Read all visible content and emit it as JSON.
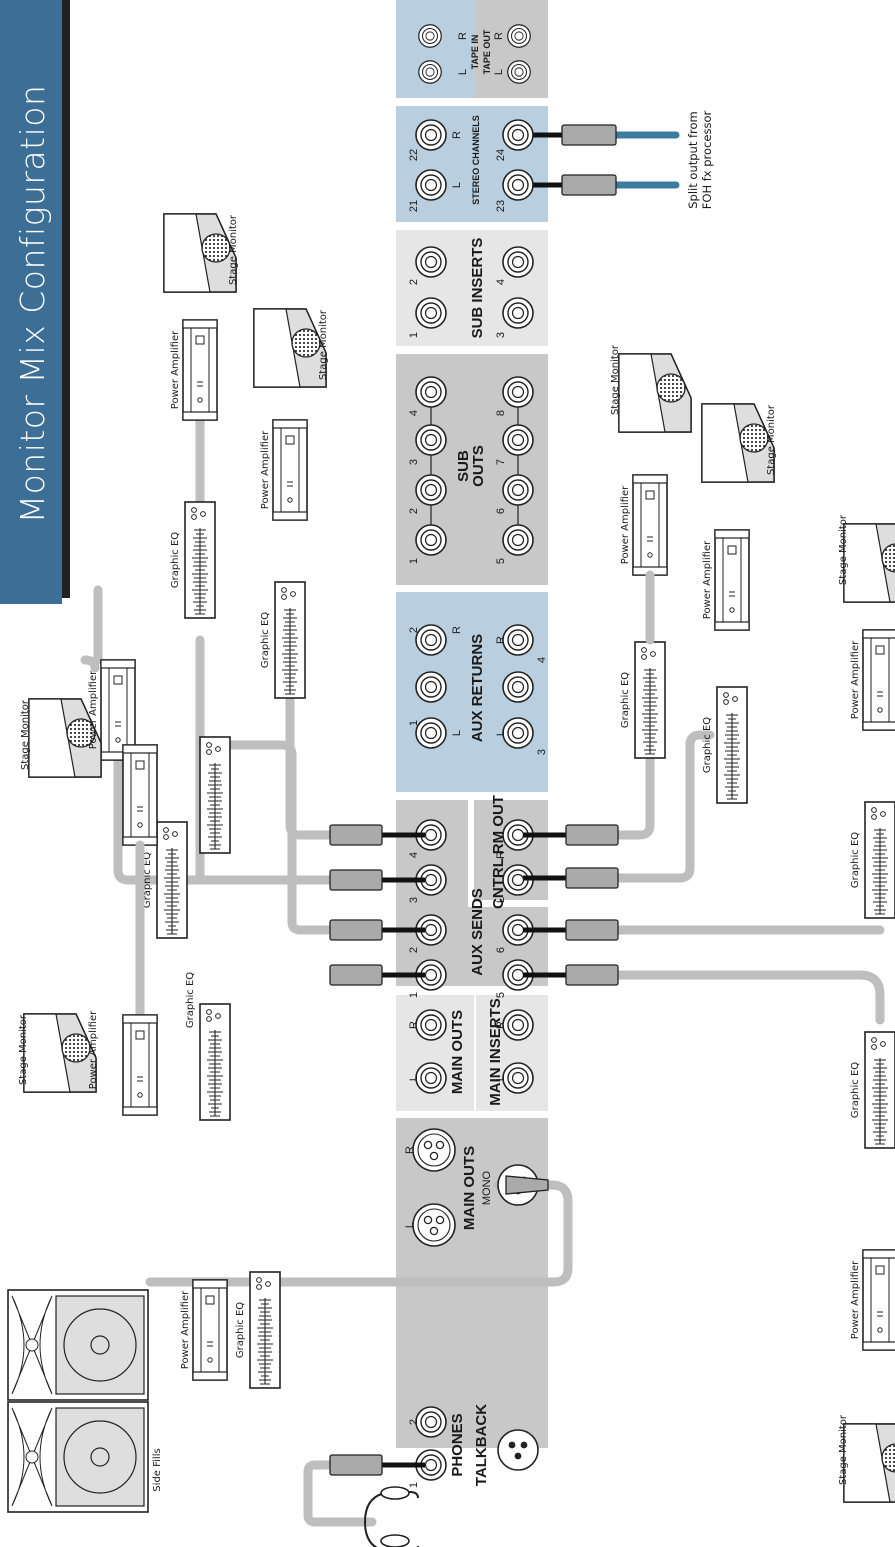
{
  "title": "Monitor Mix Configuration",
  "labels": {
    "stage_monitor": "Stage Monitor",
    "power_amplifier": "Power Amplifier",
    "graphic_eq": "Graphic EQ",
    "side_fills": "Side Fills",
    "split_output": [
      "Split output from",
      "FOH fx processor"
    ]
  },
  "panel": {
    "phones": "PHONES",
    "talkback": "TALKBACK",
    "main_outs": "MAIN OUTS",
    "mono": "MONO",
    "main_inserts": "MAIN INSERTS",
    "aux_sends": "AUX SENDS",
    "cntrl_rm_out": "CNTRL RM OUT",
    "aux_returns": "AUX RETURNS",
    "sub_outs": [
      "SUB",
      "OUTS"
    ],
    "sub_inserts": "SUB INSERTS",
    "stereo_channels": "STEREO CHANNELS",
    "tape_in": "TAPE IN",
    "tape_out": "TAPE OUT",
    "jack_l": "L",
    "jack_r": "R",
    "n1": "1",
    "n2": "2",
    "n3": "3",
    "n4": "4",
    "n5": "5",
    "n6": "6",
    "n7": "7",
    "n8": "8",
    "n21": "21",
    "n22": "22",
    "n23": "23",
    "n24": "24"
  },
  "colors": {
    "panel_gray": "#c8c8c8",
    "panel_light": "#e6e6e6",
    "panel_blue": "#b9cfe0",
    "title_bar": "#3d6f96",
    "cable_gray": "#bebebe",
    "cable_blue": "#3d7c9e"
  }
}
